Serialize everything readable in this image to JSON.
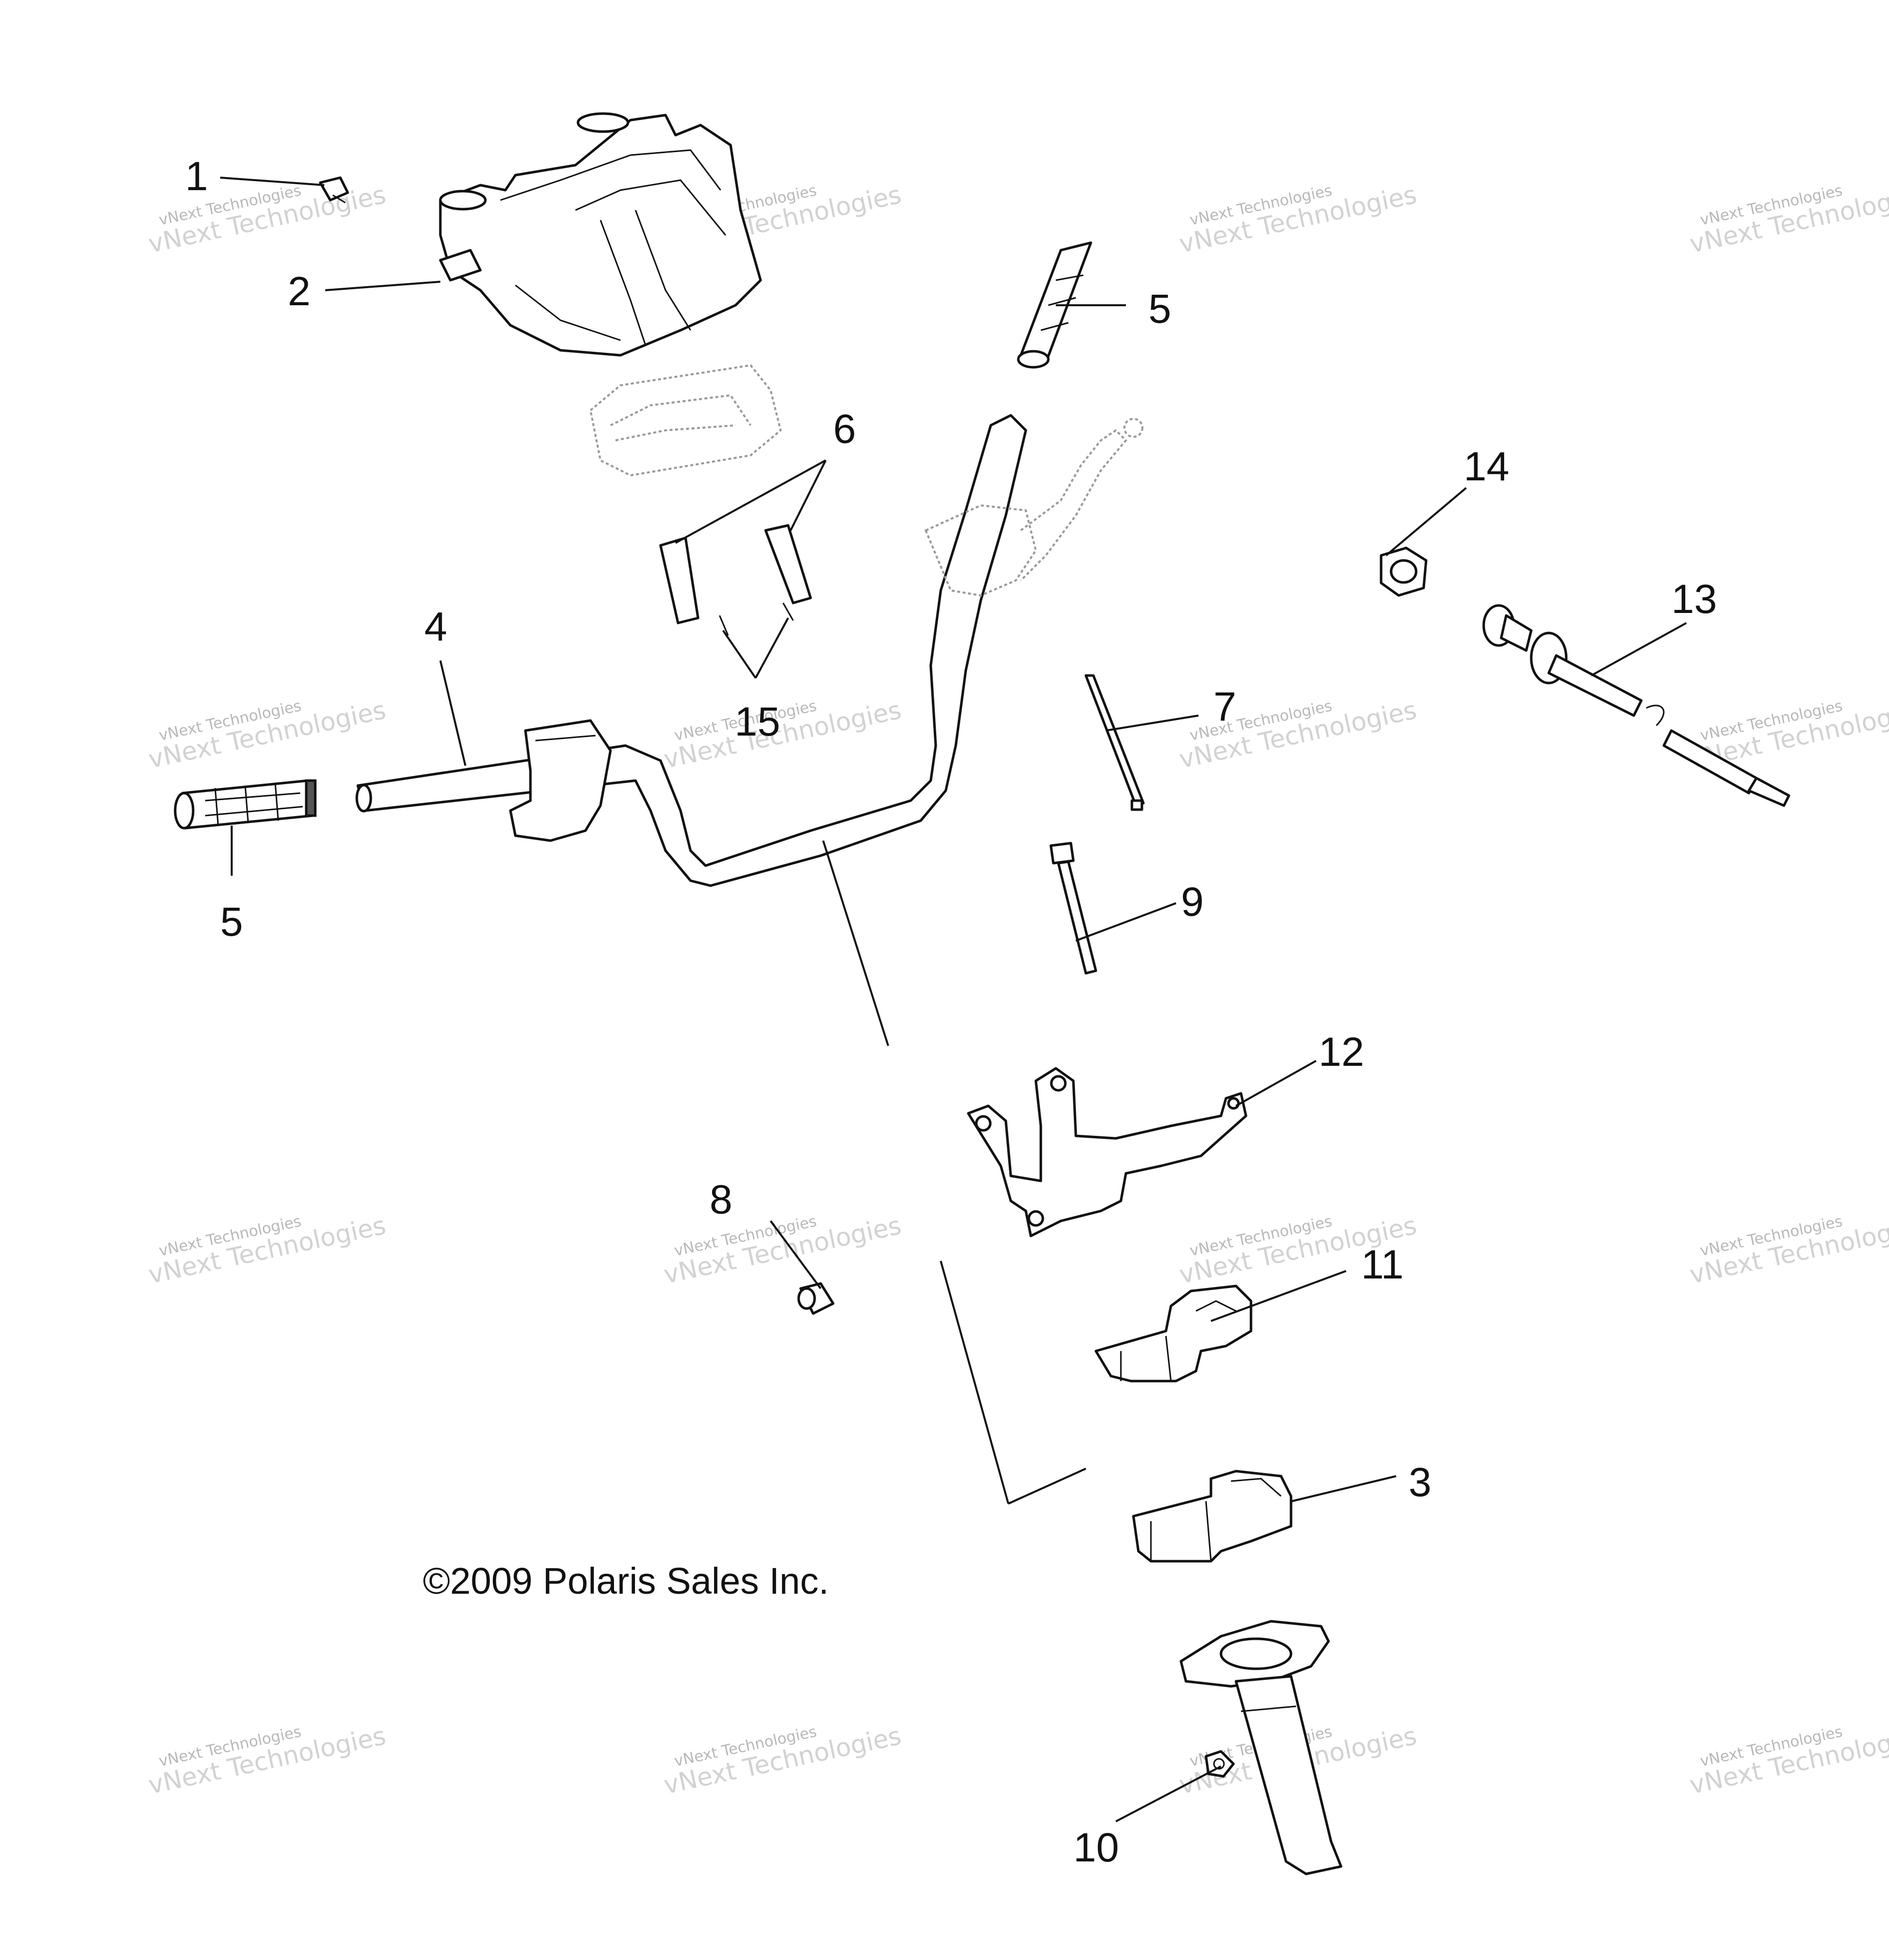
{
  "diagram": {
    "callouts": [
      "1",
      "2",
      "3",
      "4",
      "5",
      "5",
      "6",
      "7",
      "8",
      "9",
      "10",
      "11",
      "12",
      "13",
      "14",
      "15"
    ],
    "copyright": "©2009  Polaris Sales Inc.",
    "watermark": {
      "line1": "vNext Technologies",
      "line2": "vNext Technologies"
    }
  }
}
